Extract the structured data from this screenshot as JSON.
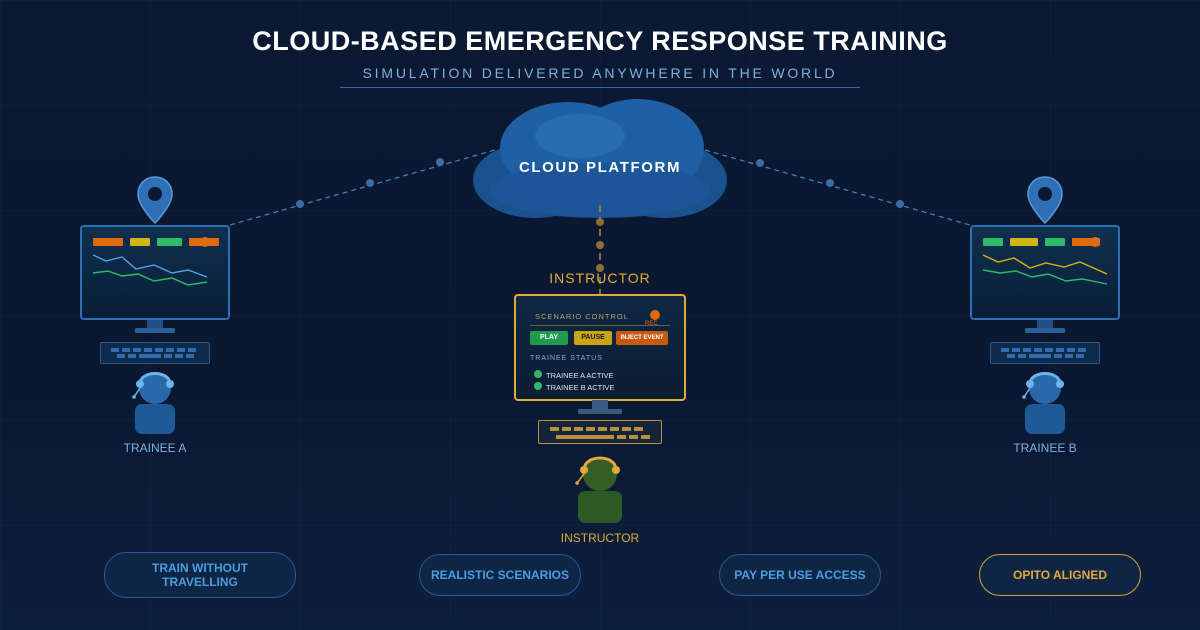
{
  "header": {
    "title": "CLOUD-BASED EMERGENCY RESPONSE TRAINING",
    "subtitle": "SIMULATION DELIVERED ANYWHERE IN THE WORLD"
  },
  "cloud": {
    "label": "CLOUD PLATFORM"
  },
  "instructor": {
    "top_label": "INSTRUCTOR",
    "bottom_label": "INSTRUCTOR",
    "panel": {
      "title": "SCENARIO CONTROL",
      "rec": "REC",
      "buttons": {
        "play": "PLAY",
        "pause": "PAUSE",
        "inject": "INJECT EVENT"
      },
      "status_title": "TRAINEE STATUS",
      "status": [
        "TRAINEE A ACTIVE",
        "TRAINEE B ACTIVE"
      ]
    }
  },
  "trainees": {
    "a": "TRAINEE A",
    "b": "TRAINEE B"
  },
  "features": [
    "TRAIN WITHOUT TRAVELLING",
    "REALISTIC SCENARIOS",
    "PAY PER USE ACCESS",
    "OPITO ALIGNED"
  ],
  "colors": {
    "background": "#0b1a33",
    "accent_blue": "#2f6fb3",
    "accent_gold": "#e3a93a",
    "status_green": "#2dbb6a",
    "alert_orange": "#e06a10",
    "pause_yellow": "#d4b414"
  },
  "icons": [
    "location-pin-icon",
    "cloud-icon",
    "headset-icon",
    "monitor-icon",
    "keyboard-icon"
  ]
}
